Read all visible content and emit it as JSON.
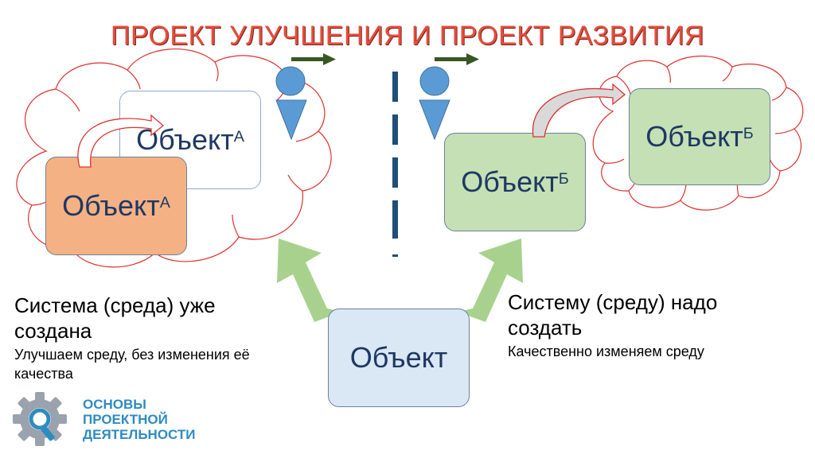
{
  "title": "ПРОЕКТ УЛУЧШЕНИЯ И ПРОЕКТ РАЗВИТИЯ",
  "boxes": {
    "object_a_back": {
      "label": "Объект",
      "sup": "А"
    },
    "object_a_front": {
      "label": "Объект",
      "sup": "А"
    },
    "object_b_center": {
      "label": "Объект",
      "sup": "Б"
    },
    "object_b_cloud": {
      "label": "Объект",
      "sup": "Б"
    },
    "object_base": {
      "label": "Объект"
    }
  },
  "left_caption": {
    "heading_line1": "Система (среда) уже",
    "heading_line2": "создана",
    "sub_line1": "Улучшаем среду, без изменения её",
    "sub_line2": "качества"
  },
  "right_caption": {
    "heading_line1": "Систему (среду) надо",
    "heading_line2": "создать",
    "sub_line1": "Качественно изменяем среду"
  },
  "logo": {
    "line1": "ОСНОВЫ",
    "line2": "ПРОЕКТНОЙ",
    "line3": "ДЕЯТЕЛЬНОСТИ"
  },
  "colors": {
    "title": "#e74c3c",
    "cloud_outline": "#e03030",
    "object_text": "#1f3864",
    "orange_box": "#f4b183",
    "green_box": "#c5e0b4",
    "blue_box": "#dae8f6",
    "big_arrow": "#a9d18e",
    "small_arrow": "#385723",
    "person": "#5b9bd5",
    "divider": "#1f4e79",
    "logo": "#2e8bc0"
  },
  "icons": [
    "cloud-shape",
    "person-icon",
    "curved-arrow-icon",
    "up-arrow-icon",
    "gear-magnifier-icon"
  ]
}
